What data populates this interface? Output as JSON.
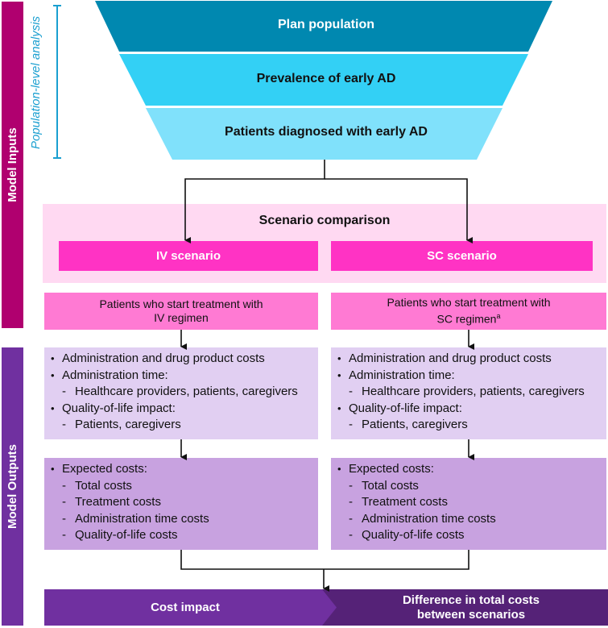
{
  "sidebars": {
    "inputs": "Model Inputs",
    "outputs": "Model Outputs"
  },
  "bracket_label": "Population-level analysis",
  "funnel": [
    {
      "label": "Plan population",
      "color": "#0088b0",
      "text_color": "#ffffff"
    },
    {
      "label": "Prevalence of early AD",
      "color": "#33d0f5",
      "text_color": "#111111"
    },
    {
      "label": "Patients diagnosed with early AD",
      "color": "#80e1fb",
      "text_color": "#111111"
    }
  ],
  "scenario_comparison": {
    "title": "Scenario comparison",
    "iv_label": "IV scenario",
    "sc_label": "SC scenario"
  },
  "start_treatment": {
    "iv": {
      "line1": "Patients who start treatment with",
      "line2": "IV regimen",
      "sup": ""
    },
    "sc": {
      "line1": "Patients who start treatment with",
      "line2": "SC regimen",
      "sup": "a"
    }
  },
  "model_inputs_list": [
    {
      "type": "bullet",
      "text": "Administration and drug product costs"
    },
    {
      "type": "bullet",
      "text": "Administration time:"
    },
    {
      "type": "sub",
      "text": "Healthcare providers, patients, caregivers"
    },
    {
      "type": "bullet",
      "text": "Quality-of-life impact:"
    },
    {
      "type": "sub",
      "text": "Patients, caregivers"
    }
  ],
  "expected_costs_list": [
    {
      "type": "bullet",
      "text": "Expected costs:"
    },
    {
      "type": "sub",
      "text": "Total costs"
    },
    {
      "type": "sub",
      "text": "Treatment costs"
    },
    {
      "type": "sub",
      "text": "Administration time costs"
    },
    {
      "type": "sub",
      "text": "Quality-of-life costs"
    }
  ],
  "cost_impact": {
    "label": "Cost impact",
    "result_line1": "Difference in total costs",
    "result_line2": "between scenarios"
  },
  "colors": {
    "inputs_bar": "#b0006f",
    "outputs_bar": "#7030a0",
    "bracket": "#1a9fd0",
    "scenario_bg": "#ffd9f2",
    "scenario_button": "#ff33c4",
    "start_box": "#ff7ad3",
    "inputs_box": "#e1cff2",
    "costs_box": "#c8a2e0",
    "impact_left": "#7030a0",
    "impact_right": "#552277"
  }
}
